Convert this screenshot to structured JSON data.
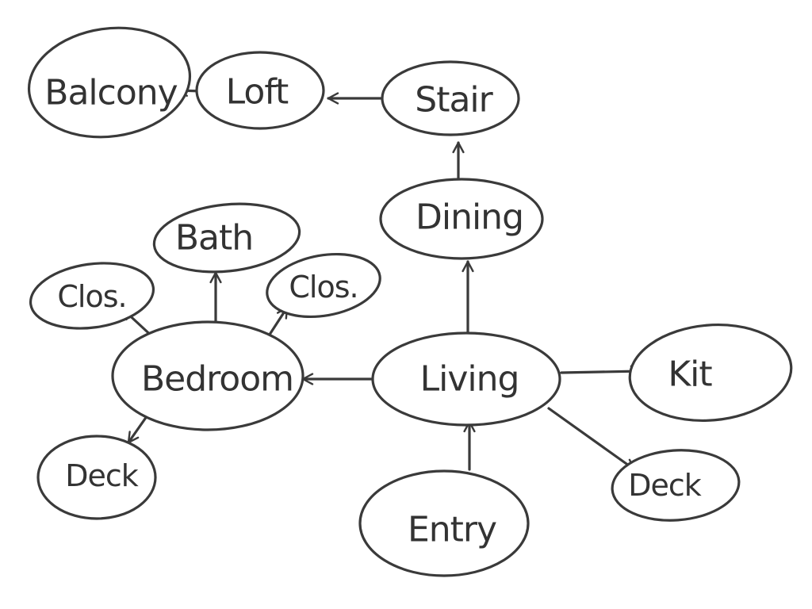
{
  "title": "",
  "nodes": [
    {
      "id": "balcony",
      "label": "Balcony"
    },
    {
      "id": "loft",
      "label": "Loft"
    },
    {
      "id": "stair",
      "label": "Stair"
    },
    {
      "id": "dining",
      "label": "Dining"
    },
    {
      "id": "bath",
      "label": "Bath"
    },
    {
      "id": "clos-left",
      "label": "Clos."
    },
    {
      "id": "clos-right",
      "label": "Clos."
    },
    {
      "id": "bedroom",
      "label": "Bedroom"
    },
    {
      "id": "living",
      "label": "Living"
    },
    {
      "id": "kit",
      "label": "Kit"
    },
    {
      "id": "deck-left",
      "label": "Deck"
    },
    {
      "id": "deck-right",
      "label": "Deck"
    },
    {
      "id": "entry",
      "label": "Entry"
    }
  ],
  "edges": [
    {
      "from": "loft",
      "to": "balcony"
    },
    {
      "from": "stair",
      "to": "loft"
    },
    {
      "from": "dining",
      "to": "stair"
    },
    {
      "from": "living",
      "to": "dining"
    },
    {
      "from": "living",
      "to": "bedroom"
    },
    {
      "from": "living",
      "to": "kit"
    },
    {
      "from": "living",
      "to": "deck-right"
    },
    {
      "from": "entry",
      "to": "living"
    },
    {
      "from": "bedroom",
      "to": "bath"
    },
    {
      "from": "bedroom",
      "to": "clos-left"
    },
    {
      "from": "bedroom",
      "to": "clos-right"
    },
    {
      "from": "bedroom",
      "to": "deck-left"
    }
  ]
}
